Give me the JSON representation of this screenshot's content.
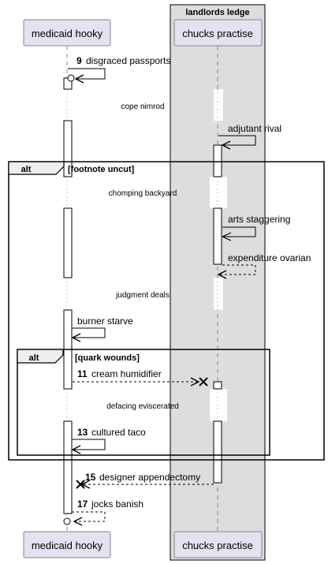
{
  "box": {
    "title": "landlords ledge"
  },
  "participants": {
    "left": "medicaid hooky",
    "right": "chucks practise"
  },
  "messages": [
    {
      "num": "9",
      "text": "disgraced passports"
    },
    {
      "num": "",
      "text": "adjutant rival"
    },
    {
      "num": "",
      "text": "arts staggering"
    },
    {
      "num": "",
      "text": "expenditure ovarian"
    },
    {
      "num": "",
      "text": "burner starve"
    },
    {
      "num": "11",
      "text": "cream humidifier"
    },
    {
      "num": "13",
      "text": "cultured taco"
    },
    {
      "num": "15",
      "text": "designer appendectomy"
    },
    {
      "num": "17",
      "text": "jocks banish"
    }
  ],
  "delays": [
    "cope nimrod",
    "chomping backyard",
    "judgment deals",
    "defacing eviscerated"
  ],
  "fragments": [
    {
      "keyword": "alt",
      "guard": "[footnote uncut]"
    },
    {
      "keyword": "alt",
      "guard": "[quark wounds]"
    }
  ]
}
